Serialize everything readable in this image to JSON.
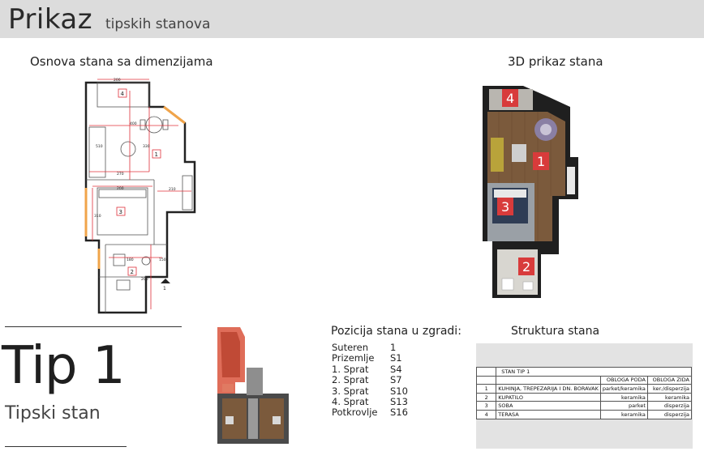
{
  "header": {
    "title": "Prikaz",
    "subtitle": "tipskih stanova"
  },
  "plan2d": {
    "caption": "Osnova stana sa dimenzijama",
    "room_labels": [
      "4",
      "1",
      "3",
      "2"
    ],
    "dimensions": [
      "200",
      "400",
      "510",
      "330",
      "270",
      "210",
      "200",
      "310",
      "180",
      "150",
      "200"
    ],
    "entry_label": "1"
  },
  "plan3d": {
    "caption": "3D prikaz stana",
    "room_labels": [
      "4",
      "1",
      "3",
      "2"
    ]
  },
  "type": {
    "title": "Tip 1",
    "subtitle": "Tipski stan"
  },
  "position": {
    "title": "Pozicija stana u zgradi:",
    "rows": [
      {
        "level": "Suteren",
        "unit": "1"
      },
      {
        "level": "Prizemlje",
        "unit": "S1"
      },
      {
        "level": "1. Sprat",
        "unit": "S4"
      },
      {
        "level": "2. Sprat",
        "unit": "S7"
      },
      {
        "level": "3. Sprat",
        "unit": "S10"
      },
      {
        "level": "4. Sprat",
        "unit": "S13"
      },
      {
        "level": "Potkrovlje",
        "unit": "S16"
      }
    ]
  },
  "structure": {
    "title": "Struktura stana",
    "table_title": "STAN TIP 1",
    "headers": [
      "OBLOGA PODA",
      "OBLOGA ZIDA"
    ],
    "rows": [
      {
        "num": "1",
        "name": "KUHINJA, TREPEZARIJA I DN. BORAVAK",
        "floor": "parket/keramika",
        "wall": "ker./disperzija"
      },
      {
        "num": "2",
        "name": "KUPATILO",
        "floor": "keramika",
        "wall": "keramika"
      },
      {
        "num": "3",
        "name": "SOBA",
        "floor": "parket",
        "wall": "disperzija"
      },
      {
        "num": "4",
        "name": "TERASA",
        "floor": "keramika",
        "wall": "disperzija"
      }
    ]
  },
  "colors": {
    "header_bg": "#dcdcdc",
    "plan_red": "#e0303a",
    "balcony_orange": "#f0a44a",
    "floor_wood": "#7b5a3c",
    "room_marker": "#d83b3b",
    "building_highlight": "#d9533c"
  }
}
